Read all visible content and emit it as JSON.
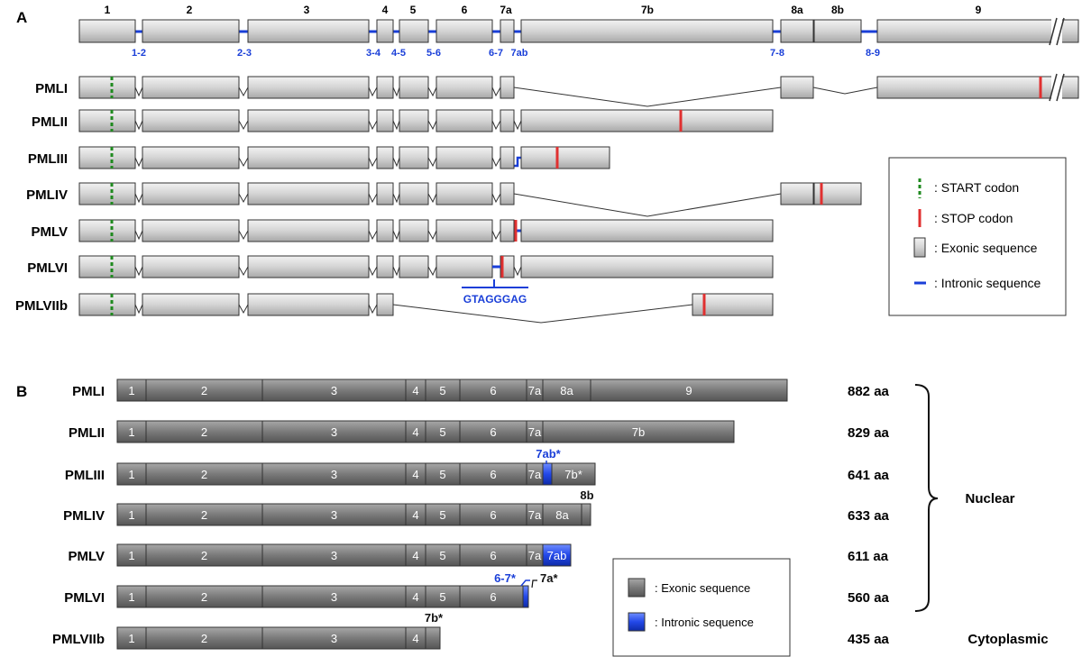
{
  "panel_a": {
    "label": "A",
    "exon_labels": [
      "1",
      "2",
      "3",
      "4",
      "5",
      "6",
      "7a",
      "7b",
      "8a",
      "8b",
      "9"
    ],
    "intron_labels": [
      "1-2",
      "2-3",
      "3-4",
      "4-5",
      "5-6",
      "6-7",
      "7ab",
      "7-8",
      "8-9"
    ],
    "isoforms": [
      "PMLI",
      "PMLII",
      "PMLIII",
      "PMLIV",
      "PMLV",
      "PMLVI",
      "PMLVIIb"
    ],
    "splice_motif": "GTAGGGAG",
    "legend": {
      "start": ": START codon",
      "stop": ": STOP codon",
      "exonic": ": Exonic sequence",
      "intronic": ": Intronic sequence"
    }
  },
  "panel_b": {
    "label": "B",
    "isoforms": [
      {
        "name": "PMLI",
        "length": "882 aa",
        "segments": [
          "1",
          "2",
          "3",
          "4",
          "5",
          "6",
          "7a",
          "8a",
          "9"
        ]
      },
      {
        "name": "PMLII",
        "length": "829 aa",
        "segments": [
          "1",
          "2",
          "3",
          "4",
          "5",
          "6",
          "7a",
          "7b"
        ]
      },
      {
        "name": "PMLIII",
        "length": "641 aa",
        "segments": [
          "1",
          "2",
          "3",
          "4",
          "5",
          "6",
          "7a",
          "",
          "7b*"
        ]
      },
      {
        "name": "PMLIV",
        "length": "633 aa",
        "segments": [
          "1",
          "2",
          "3",
          "4",
          "5",
          "6",
          "7a",
          "8a",
          ""
        ]
      },
      {
        "name": "PMLV",
        "length": "611 aa",
        "segments": [
          "1",
          "2",
          "3",
          "4",
          "5",
          "6",
          "7a",
          "7ab"
        ]
      },
      {
        "name": "PMLVI",
        "length": "560 aa",
        "segments": [
          "1",
          "2",
          "3",
          "4",
          "5",
          "6",
          ""
        ]
      },
      {
        "name": "PMLVIIb",
        "length": "435 aa",
        "segments": [
          "1",
          "2",
          "3",
          "4",
          ""
        ]
      }
    ],
    "annotations": {
      "pmliii_7ab": "7ab*",
      "pmliv_8b": "8b",
      "pmlvi_67": "6-7*",
      "pmlvi_7a": "7a*",
      "pmlviib_7b": "7b*"
    },
    "groups": {
      "nuclear": "Nuclear",
      "cytoplasmic": "Cytoplasmic"
    },
    "legend": {
      "exonic": ": Exonic sequence",
      "intronic": ": Intronic sequence"
    }
  },
  "colors": {
    "exon_a_light": "#eeeeee",
    "exon_a_dark": "#b4b4b4",
    "exon_b_light": "#a0a0a0",
    "exon_b_dark": "#5a5a5a",
    "intron": "#1a3fd8",
    "start": "#1f8a1f",
    "stop": "#e03030"
  }
}
